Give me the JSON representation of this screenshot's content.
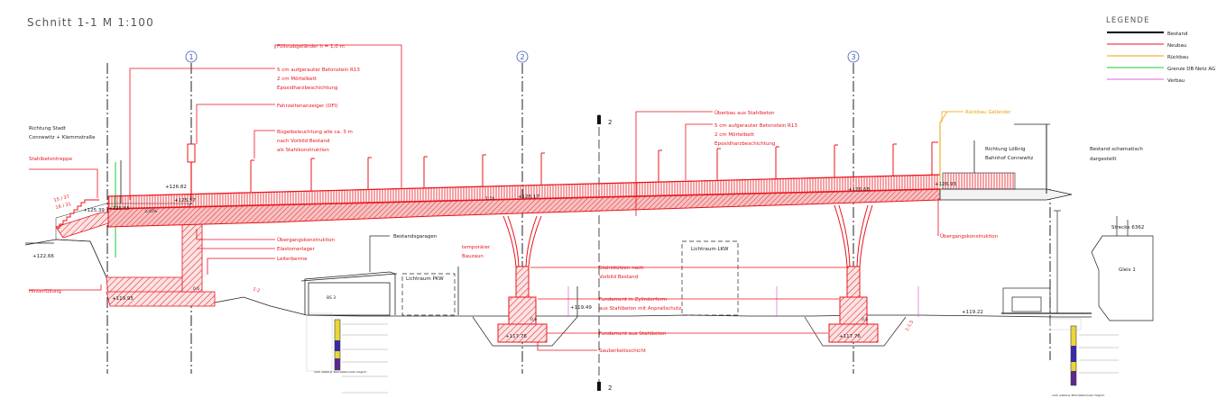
{
  "title": "Schnitt 1-1 M 1:100",
  "legend": {
    "heading": "LEGENDE",
    "items": [
      {
        "label": "Bestand",
        "color": "#000000"
      },
      {
        "label": "Neubau",
        "color": "#e8141c"
      },
      {
        "label": "Rückbau",
        "color": "#f0a000"
      },
      {
        "label": "Grenze DB Netz AG",
        "color": "#22c83c"
      },
      {
        "label": "Verbau",
        "color": "#e060e0"
      }
    ]
  },
  "axes": [
    "1",
    "2",
    "3"
  ],
  "section_marks": [
    "2",
    "2"
  ],
  "labels": {
    "railing": "Füllstabgeländer h = 1,0 m",
    "deck1_a": "5 cm aufgerauter Betonstein R13",
    "deck1_b": "2 cm Mörtelbett",
    "deck1_c": "Epoxidharzbeschichtung",
    "dfi": "Fahrzeitenanzeiger (DFI)",
    "light_a": "Bügelbeleuchtung alle ca. 3 m",
    "light_b": "nach Vorbild Bestand",
    "light_c": "als Stahlkonstruktion",
    "superstructure": "Überbau aus Stahlbeton",
    "deck2_a": "5 cm aufgerauter Betonstein R13",
    "deck2_b": "2 cm Mörtelbett",
    "deck2_c": "Epoxidharzbeschichtung",
    "rueckbau": "Rückbau Geländer",
    "richtung_stadt_a": "Richtung Stadt",
    "richtung_stadt_b": "Connewitz + Klemmstraße",
    "richtung_loessnig_a": "Richtung Lößnig",
    "richtung_loessnig_b": "Bahnhof Connewitz",
    "bestand_a": "Bestand schematisch",
    "bestand_b": "dargestellt",
    "stahlbetontreppe": "Stahlbetontreppe",
    "uebergang1": "Übergangskonstruktion",
    "elastomer": "Elastomerlager",
    "leiter": "Leiterberme",
    "hinterfuellung": "Hinterfüllung",
    "garagen": "Bestandsgaragen",
    "bauzaun_a": "temporärer",
    "bauzaun_b": "Bauzaun",
    "lichtraum_pkw": "Lichtraum PKW",
    "lichtraum_lkw": "Lichtraum LKW",
    "stuetzen_a": "Stahlstützen nach",
    "stuetzen_b": "Vorbild Bestand",
    "fund_zyl_a": "Fundament in Zylinderform",
    "fund_zyl_b": "aus Stahlbeton mit Anprallschutz",
    "fund_sb": "Fundament aus Stahlbeton",
    "sauberkeit": "Sauberkeitsschicht",
    "uebergang2": "Übergangskonstruktion",
    "strecke": "Strecke 6362",
    "gleis": "Gleis 1",
    "bs": "BS 3",
    "bs_note_left": "nach weiterer Bohrtiefenmeist möglich",
    "bs_note_right": "nach weiterer Bohrtiefenmeist möglich"
  },
  "elevations": {
    "e1": "+126.82",
    "e2": "+125.57",
    "e3": "+125.55",
    "e4": "+125.39",
    "e5": "+126.17",
    "e6": "+126.68",
    "e7": "+126.93",
    "e8": "+122.66",
    "e9": "+119.95",
    "e10": "+119.49",
    "e11": "+117.76",
    "e12": "+117.76",
    "e13": "+119.22",
    "stair_a": "15 / 37",
    "stair_b": "16 / 31",
    "slope_left": "1:2",
    "slope_right": "1:1,5",
    "grade_a": "3,45%",
    "grade_b": "1:29",
    "foot1": "0,6",
    "foot2": "0,6",
    "foot3": "0,6"
  }
}
